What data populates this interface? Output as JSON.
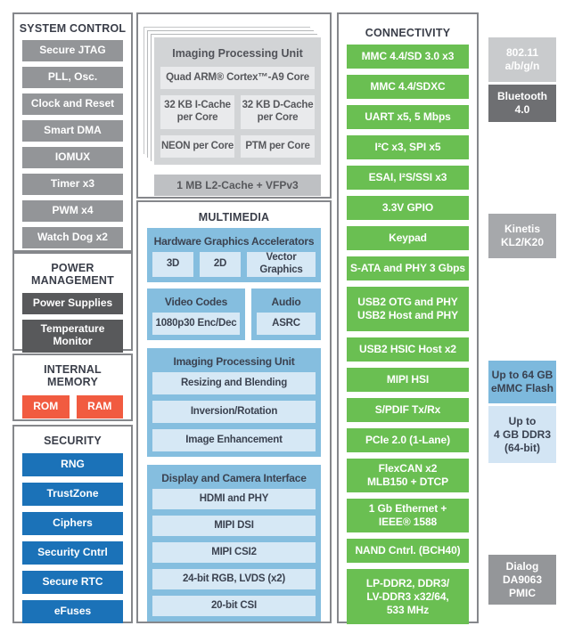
{
  "sections": {
    "system_control": {
      "title": "SYSTEM CONTROL",
      "items": [
        "Secure JTAG",
        "PLL, Osc.",
        "Clock and Reset",
        "Smart DMA",
        "IOMUX",
        "Timer x3",
        "PWM x4",
        "Watch Dog x2"
      ]
    },
    "power_management": {
      "title": "POWER\nMANAGEMENT",
      "items": [
        "Power Supplies",
        "Temperature\nMonitor"
      ]
    },
    "internal_memory": {
      "title": "INTERNAL\nMEMORY",
      "items": [
        "ROM",
        "RAM"
      ]
    },
    "security": {
      "title": "SECURITY",
      "items": [
        "RNG",
        "TrustZone",
        "Ciphers",
        "Security Cntrl",
        "Secure RTC",
        "eFuses"
      ]
    },
    "cpu_complex": {
      "card_title": "Imaging Processing Unit",
      "core": "Quad ARM® Cortex™-A9 Core",
      "cache_i": "32 KB I-Cache\nper Core",
      "cache_d": "32 KB D-Cache\nper Core",
      "neon": "NEON per Core",
      "ptm": "PTM per Core",
      "l2_cache": "1 MB L2-Cache + VFPv3"
    },
    "multimedia": {
      "title": "MULTIMEDIA",
      "hardware_graphics": {
        "title": "Hardware Graphics Accelerators",
        "items": [
          "3D",
          "2D",
          "Vector Graphics"
        ]
      },
      "video": {
        "title": "Video Codes",
        "item": "1080p30 Enc/Dec"
      },
      "audio": {
        "title": "Audio",
        "item": "ASRC"
      },
      "imaging": {
        "title": "Imaging Processing Unit",
        "items": [
          "Resizing and Blending",
          "Inversion/Rotation",
          "Image Enhancement"
        ]
      },
      "display_camera": {
        "title": "Display and Camera Interface",
        "items": [
          "HDMI and PHY",
          "MIPI DSI",
          "MIPI CSI2",
          "24-bit RGB, LVDS (x2)",
          "20-bit CSI"
        ]
      }
    },
    "connectivity": {
      "title": "CONNECTIVITY",
      "items": [
        "MMC 4.4/SD 3.0 x3",
        "MMC 4.4/SDXC",
        "UART x5, 5 Mbps",
        "I²C x3, SPI x5",
        "ESAI, I²S/SSI x3",
        "3.3V GPIO",
        "Keypad",
        "S-ATA and PHY 3 Gbps",
        "USB2 OTG and PHY\nUSB2 Host and PHY",
        "USB2 HSIC Host x2",
        "MIPI HSI",
        "S/PDIF Tx/Rx",
        "PCIe 2.0 (1-Lane)",
        "FlexCAN x2\nMLB150 + DTCP",
        "1 Gb Ethernet +\nIEEE® 1588",
        "NAND Cntrl. (BCH40)",
        "LP-DDR2, DDR3/\nLV-DDR3 x32/64,\n533 MHz"
      ]
    },
    "companion_chips": {
      "wifi": "802.11\na/b/g/n",
      "bluetooth": "Bluetooth\n4.0",
      "kinetis": "Kinetis\nKL2/K20",
      "emmc": "Up to 64 GB\neMMC Flash",
      "ddr3": "Up to\n4 GB DDR3\n(64-bit)",
      "pmic": "Dialog\nDA9063\nPMIC"
    }
  },
  "colors": {
    "green": "#6abf52",
    "security_blue": "#1b72b8",
    "orange": "#f15b40",
    "gray_block": "#939598",
    "dark_gray_block": "#58595b",
    "multimedia_blue": "#85bedf",
    "multimedia_light": "#d6e8f5",
    "border": "#85878b",
    "header_text": "#3a3e49"
  }
}
